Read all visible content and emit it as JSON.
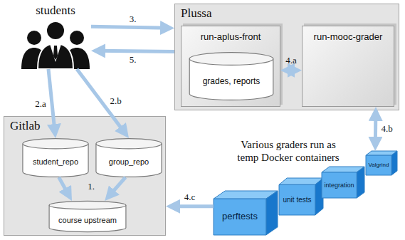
{
  "diagram": {
    "nodes": [
      {
        "text": [
          "Gitlab"
        ]
      },
      {
        "text": [
          "student_repo"
        ],
        "in": 0
      },
      {
        "text": [
          "group_repo"
        ],
        "in": 0
      },
      {
        "text": [
          "course upstream"
        ],
        "in": 0
      },
      {
        "text": [
          "students"
        ]
      },
      {
        "text": [
          "Plussa"
        ]
      },
      {
        "text": [
          "run-aplus-front"
        ],
        "in": 5
      },
      {
        "text": [
          "grades, reports"
        ],
        "in": 6
      },
      {
        "text": [
          "run-mooc-grader"
        ],
        "in": 5
      },
      {
        "text": [
          "perftests"
        ]
      },
      {
        "text": [
          "unit tests"
        ]
      },
      {
        "text": [
          "integration"
        ]
      },
      {
        "text": [
          "Valgrind"
        ]
      }
    ],
    "edges": [
      {
        "from": 1,
        "to": 3,
        "arrow": "to"
      },
      {
        "from": 2,
        "to": 3,
        "arrow": "to"
      },
      {
        "from": 4,
        "to": 1,
        "label": "2.a",
        "arrow": "to"
      },
      {
        "from": 4,
        "to": 2,
        "label": "2.b",
        "arrow": "to"
      },
      {
        "from": 4,
        "to": 5,
        "label": "3.",
        "arrow": "to"
      },
      {
        "from": 5,
        "to": 4,
        "label": "5.",
        "arrow": "to"
      },
      {
        "from": 6,
        "to": 8,
        "label": "4.a",
        "arrow": "both"
      },
      {
        "from": 8,
        "to": 12,
        "label": "4.b",
        "arrow": "both"
      },
      {
        "from": 9,
        "to": 0,
        "label": "4.c",
        "arrow": "to"
      }
    ],
    "labels": [
      "1.",
      "Various graders run as temp Docker containers"
    ]
  }
}
